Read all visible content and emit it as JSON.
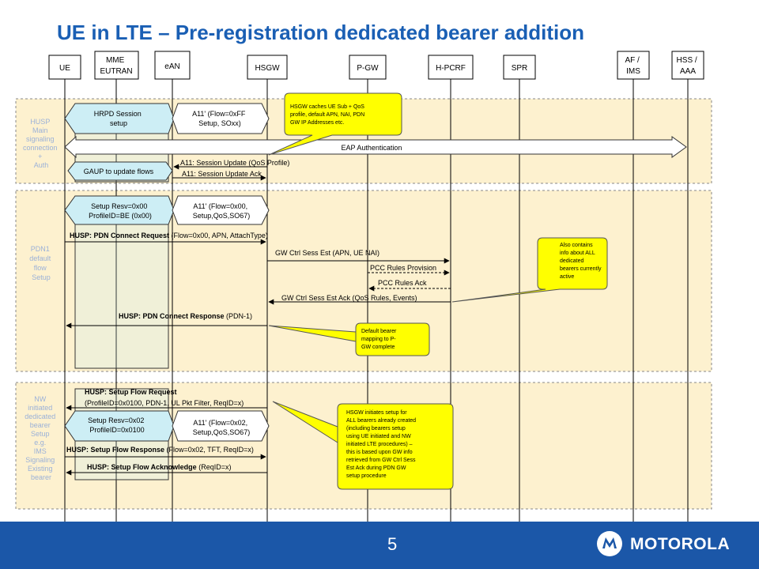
{
  "title": "UE in LTE – Pre-registration dedicated bearer addition",
  "page_number": "5",
  "brand": "MOTOROLA",
  "colors": {
    "title": "#1a5fb4",
    "footer": "#1b57a8",
    "section_fill": "#fdf1cf",
    "callout": "#ffff00",
    "section_label": "#9bb1d8",
    "box_fill": "#cdeef5"
  },
  "entities": {
    "ue": "UE",
    "mme_1": "MME",
    "mme_2": "EUTRAN",
    "ean": "eAN",
    "hsgw": "HSGW",
    "pgw": "P-GW",
    "hpcrf": "H-PCRF",
    "spr": "SPR",
    "af_1": "AF /",
    "af_2": "IMS",
    "hss_1": "HSS /",
    "hss_2": "AAA"
  },
  "sections": {
    "s1": [
      "HUSP",
      "Main",
      "signaling",
      "connection",
      "+",
      "Auth"
    ],
    "s2": [
      "PDN1",
      "default",
      "flow",
      "Setup"
    ],
    "s3": [
      "NW",
      "initiated",
      "dedicated",
      "bearer",
      "Setup",
      "e.g.",
      "IMS",
      "Signaling",
      "Existing",
      "bearer"
    ]
  },
  "boxes": {
    "hrpd_1": "HRPD Session",
    "hrpd_2": "setup",
    "a11ff_1": "A11' (Flow=0xFF",
    "a11ff_2": "Setup, SOxx)",
    "gaup": "GAUP to update flows",
    "resv00_1": "Setup Resv=0x00",
    "resv00_2": "ProfileID=BE (0x00)",
    "a1100_1": "A11' (Flow=0x00,",
    "a1100_2": "Setup,QoS,SO67)",
    "resv02_1": "Setup Resv=0x02",
    "resv02_2": "ProfileID=0x0100",
    "a1102_1": "A11' (Flow=0x02,",
    "a1102_2": "Setup,QoS,SO67)"
  },
  "messages": {
    "eap": "EAP Authentication",
    "a11_update": "A11: Session Update (QoS Profile)",
    "a11_ack": "A11: Session Update Ack",
    "pdn_req_bold": "HUSP: PDN Connect Request",
    "pdn_req_rest": "(Flow=0x00, APN, AttachType)",
    "gw_est": "GW Ctrl Sess Est (APN, UE NAI)",
    "pcc_prov": "PCC Rules Provision",
    "pcc_ack": "PCC Rules Ack",
    "gw_est_ack": "GW Ctrl Sess Est Ack (QoS Rules, Events)",
    "pdn_resp_bold": "HUSP: PDN Connect Response",
    "pdn_resp_rest": "(PDN-1)",
    "sfr_bold": "HUSP: Setup Flow Request",
    "sfr_rest": "(ProfileID=0x0100, PDN-1, UL Pkt Filter, ReqID=x)",
    "sfresp_bold": "HUSP: Setup Flow Response",
    "sfresp_rest": "(Flow=0x02, TFT, ReqID=x)",
    "sfack_bold": "HUSP: Setup Flow Acknowledge",
    "sfack_rest": "(ReqID=x)"
  },
  "callouts": {
    "c1": [
      "HSGW caches UE Sub + QoS",
      "profile, default APN, NAI, PDN",
      "GW IP Addresses etc."
    ],
    "c2": [
      "Also contains",
      "info about ALL",
      "dedicated",
      "bearers currently",
      "active"
    ],
    "c3": [
      "Default bearer",
      "mapping to P-",
      "GW complete"
    ],
    "c4": [
      "HSGW initiates setup for",
      "ALL bearers already created",
      "(including bearers setup",
      "using UE initiated and NW",
      "initiated LTE procedures) –",
      "this is based upon GW info",
      "retrieved from GW Ctrl Sess",
      "Est Ack during PDN GW",
      "setup procedure"
    ]
  }
}
